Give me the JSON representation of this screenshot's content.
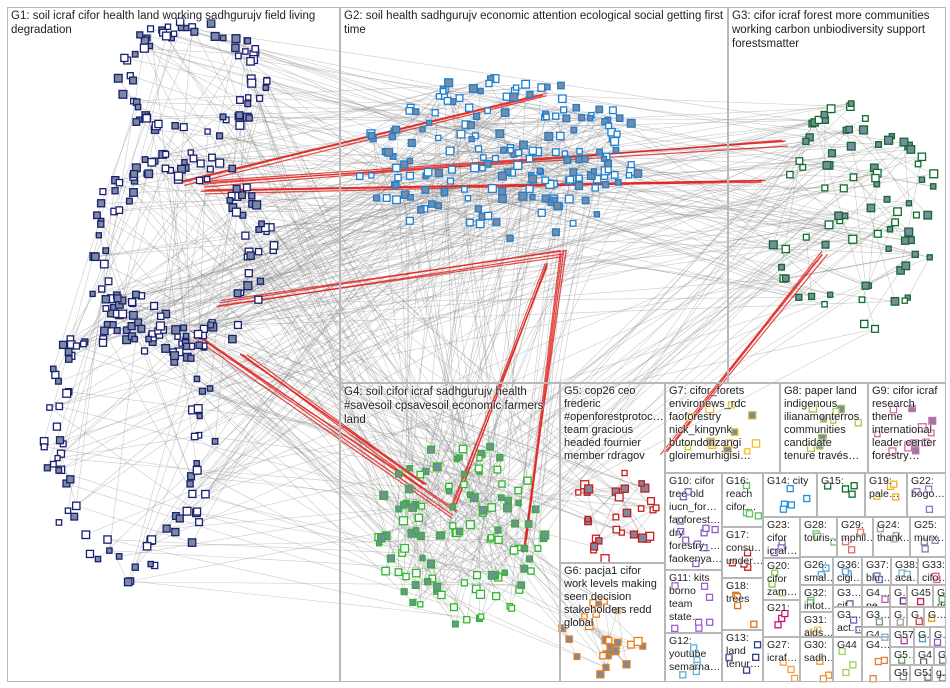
{
  "groups": [
    {
      "id": "G1",
      "label": "G1: soil icraf cifor health land working sadhgurujv field living degradation",
      "color": "#1a1f6e"
    },
    {
      "id": "G2",
      "label": "G2: soil health sadhgurujv economic attention ecological social getting first time",
      "color": "#1e7fd0"
    },
    {
      "id": "G3",
      "label": "G3: cifor icraf forest more communities working carbon unbiodiversity support forestsmatter",
      "color": "#0f6b2e"
    },
    {
      "id": "G4",
      "label": "G4: soil cifor icraf sadhgurujv health #savesoil cpsavesoil economic farmers land",
      "color": "#2fb82f"
    },
    {
      "id": "G5",
      "label": "G5: cop26 ceo frederic #openforestprotoc… team gracious headed fournier member rdragov",
      "color": "#c81e1e"
    },
    {
      "id": "G6",
      "label": "G6: pacja1 cifor work levels making seen decision stakeholders redd global",
      "color": "#e8801a"
    },
    {
      "id": "G7",
      "label": "G7: cifor_forets environews_rdc faoforestry nick_kingynk butondonzangi gloiremurhigisi…",
      "color": "#f0c020"
    },
    {
      "id": "G8",
      "label": "G8: paper land indigenous ilianamonterros communities candidate tenure través…",
      "color": "#a8c850"
    },
    {
      "id": "G9",
      "label": "G9: cifor icraf research theme international leader center forestry…",
      "color": "#e060a8"
    },
    {
      "id": "G10",
      "label": "G10: cifor tree old iucn_for… faoforest… dry forestry_… faokenya…",
      "color": "#8a5ac8"
    },
    {
      "id": "G11",
      "label": "G11: kits borno team state…",
      "color": "#9a60d0"
    },
    {
      "id": "G12",
      "label": "G12: youtube semarna…",
      "color": "#60b0d8"
    },
    {
      "id": "G13",
      "label": "G13: land tenur…",
      "color": "#303a90"
    },
    {
      "id": "G14",
      "label": "G14: city",
      "color": "#2090e0"
    },
    {
      "id": "G15",
      "label": "G15:",
      "color": "#0f6b2e"
    },
    {
      "id": "G16",
      "label": "G16: reach cifor…",
      "color": "#60c060"
    },
    {
      "id": "G17",
      "label": "G17: consu… under…",
      "color": "#c02020"
    },
    {
      "id": "G18",
      "label": "G18: trees",
      "color": "#e07010"
    },
    {
      "id": "G19",
      "label": "G19: pale…",
      "color": "#f0b020"
    },
    {
      "id": "G20",
      "label": "G20: cifor zam…",
      "color": "#88c040"
    },
    {
      "id": "G21",
      "label": "G21:",
      "color": "#d01070"
    },
    {
      "id": "G22",
      "label": "G22: bogo…",
      "color": "#a070c0"
    },
    {
      "id": "G23",
      "label": "G23: cifor icraf…",
      "color": "#9060c8"
    },
    {
      "id": "G24",
      "label": "G24: thank…",
      "color": "#a0a0a0"
    },
    {
      "id": "G25",
      "label": "G25: murx…",
      "color": "#8080b0"
    },
    {
      "id": "G26",
      "label": "G26: smal…",
      "color": "#50a8e0"
    },
    {
      "id": "G27",
      "label": "G27: icraf…",
      "color": "#f0a040"
    },
    {
      "id": "G28",
      "label": "G28: touris…",
      "color": "#70c070"
    },
    {
      "id": "G29",
      "label": "G29: mphil…",
      "color": "#e07070"
    },
    {
      "id": "G30",
      "label": "G30: sadh…",
      "color": "#f09030"
    },
    {
      "id": "G31",
      "label": "G31: aids…",
      "color": "#f0c040"
    },
    {
      "id": "G32",
      "label": "G32: intot…",
      "color": "#70b070"
    },
    {
      "id": "G36",
      "label": "G36: cigi…",
      "color": "#50a0e0"
    },
    {
      "id": "G37",
      "label": "G37: blu…",
      "color": "#5070c0"
    },
    {
      "id": "G38",
      "label": "G38: aca…",
      "color": "#70c0c0"
    },
    {
      "id": "G33",
      "label": "G33: cifo…",
      "color": "#e05090"
    },
    {
      "id": "G3x1",
      "label": "G3… cif…",
      "color": "#7050a0"
    },
    {
      "id": "G4x1",
      "label": "G4… pe…",
      "color": "#b060b0"
    },
    {
      "id": "Gx1",
      "label": "G…",
      "color": "#602080"
    },
    {
      "id": "G45",
      "label": "G45",
      "color": "#c02060"
    },
    {
      "id": "Gx2",
      "label": "G… do…",
      "color": "#40a040"
    },
    {
      "id": "G3x2",
      "label": "G3…",
      "color": "#60a060"
    },
    {
      "id": "Gx3",
      "label": "G…",
      "color": "#a0a0a0"
    },
    {
      "id": "Gx4",
      "label": "G…",
      "color": "#d04040"
    },
    {
      "id": "Gx5",
      "label": "G…",
      "color": "#e0a020"
    },
    {
      "id": "G3x3",
      "label": "G3… act…",
      "color": "#7060b0"
    },
    {
      "id": "G4x2",
      "label": "G4…",
      "color": "#80b0d0"
    },
    {
      "id": "G57",
      "label": "G57",
      "color": "#b040a0"
    },
    {
      "id": "Gx6",
      "label": "G…",
      "color": "#40a0c0"
    },
    {
      "id": "Gx7",
      "label": "G…",
      "color": "#9060c0"
    },
    {
      "id": "G44",
      "label": "G44",
      "color": "#a0d060"
    },
    {
      "id": "G4x3",
      "label": "G4…",
      "color": "#e08040"
    },
    {
      "id": "G5x1",
      "label": "G5…",
      "color": "#60a060"
    },
    {
      "id": "G4x4",
      "label": "G4…",
      "color": "#606060"
    },
    {
      "id": "Gx8",
      "label": "G…",
      "color": "#808080"
    },
    {
      "id": "G5x2",
      "label": "G5…",
      "color": "#909090"
    },
    {
      "id": "G51",
      "label": "G51",
      "color": "#707070"
    },
    {
      "id": "Gx9",
      "label": "g…",
      "color": "#707070"
    }
  ],
  "edge_colors": {
    "normal": "#8c8c8c",
    "highlight": "#e0201c"
  }
}
